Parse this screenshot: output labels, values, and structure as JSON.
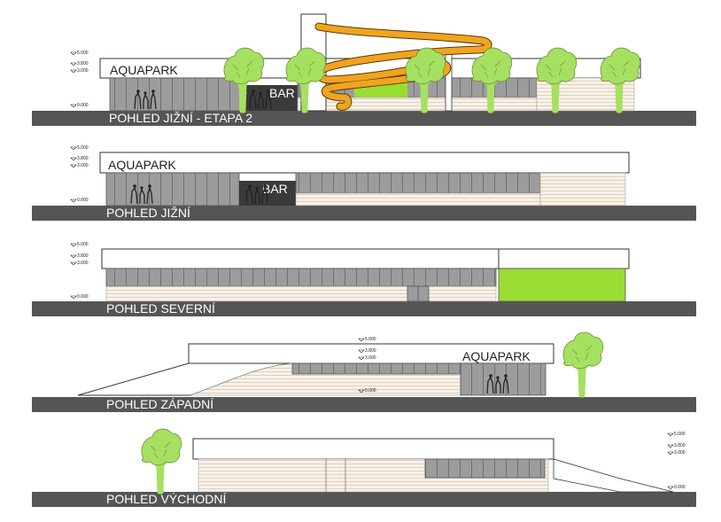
{
  "views": [
    {
      "id": "south-phase2",
      "title": "POHLED JIŽNÍ - ETAPA 2",
      "signs": [
        "AQUAPARK",
        "BAR"
      ],
      "levels": [
        "5.000",
        "3.800",
        "3.000",
        "0.000"
      ]
    },
    {
      "id": "south",
      "title": "POHLED JIŽNÍ",
      "signs": [
        "AQUAPARK",
        "BAR"
      ],
      "levels": [
        "5.000",
        "3.800",
        "3.000",
        "0.000"
      ]
    },
    {
      "id": "north",
      "title": "POHLED SEVERNÍ",
      "signs": [],
      "levels": [
        "5.000",
        "3.800",
        "3.000",
        "0.000"
      ]
    },
    {
      "id": "west",
      "title": "POHLED ZÁPADNÍ",
      "signs": [
        "AQUAPARK"
      ],
      "levels": [
        "5.000",
        "3.800",
        "3.000",
        "0.000"
      ]
    },
    {
      "id": "east",
      "title": "POHLED VÝCHODNÍ",
      "signs": [],
      "levels": [
        "5.000",
        "3.800",
        "3.000",
        "0.000"
      ]
    }
  ],
  "colors": {
    "ground": "#555555",
    "glazing": "#9a9a9a",
    "cladding": "#f2ece4",
    "accent_green": "#99dd33",
    "tree": "#a6e060",
    "slide": "#f0a420",
    "bar": "#3a3a3a"
  }
}
